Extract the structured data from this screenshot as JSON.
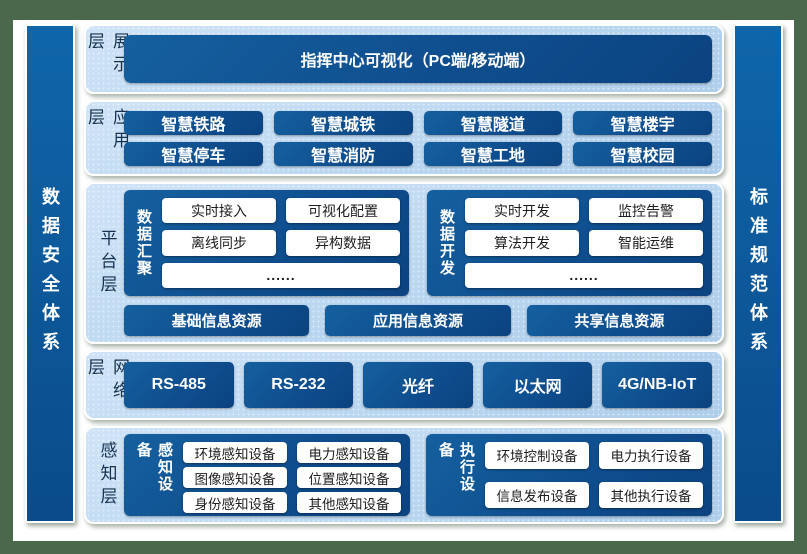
{
  "diagram": {
    "colors": {
      "frame_green": "#4a684c",
      "panel_light_blue": "#bdd7ee",
      "box_dark_blue": "#0f4e8e",
      "sidebar_blue": "#0d5fa3"
    },
    "left_bar": "数据安全体系",
    "right_bar": "标准规范体系",
    "display_layer": {
      "label": "展示层",
      "item": "指挥中心可视化（PC端/移动端）"
    },
    "application_layer": {
      "label": "应用层",
      "items": [
        "智慧铁路",
        "智慧城铁",
        "智慧隧道",
        "智慧楼宇",
        "智慧停车",
        "智慧消防",
        "智慧工地",
        "智慧校园"
      ]
    },
    "platform_layer": {
      "label": "平台层",
      "data_aggregation": {
        "label": "数据汇聚",
        "items": [
          "实时接入",
          "可视化配置",
          "离线同步",
          "异构数据"
        ],
        "more": "......"
      },
      "data_development": {
        "label": "数据开发",
        "items": [
          "实时开发",
          "监控告警",
          "算法开发",
          "智能运维"
        ],
        "more": "......"
      },
      "resources": [
        "基础信息资源",
        "应用信息资源",
        "共享信息资源"
      ]
    },
    "network_layer": {
      "label": "网络层",
      "items": [
        "RS-485",
        "RS-232",
        "光纤",
        "以太网",
        "4G/NB-IoT"
      ]
    },
    "perception_layer": {
      "label": "感知层",
      "sensing_devices": {
        "label": "感知设备",
        "items": [
          "环境感知设备",
          "电力感知设备",
          "图像感知设备",
          "位置感知设备",
          "身份感知设备",
          "其他感知设备"
        ]
      },
      "execution_devices": {
        "label": "执行设备",
        "items": [
          "环境控制设备",
          "电力执行设备",
          "信息发布设备",
          "其他执行设备"
        ]
      }
    }
  }
}
